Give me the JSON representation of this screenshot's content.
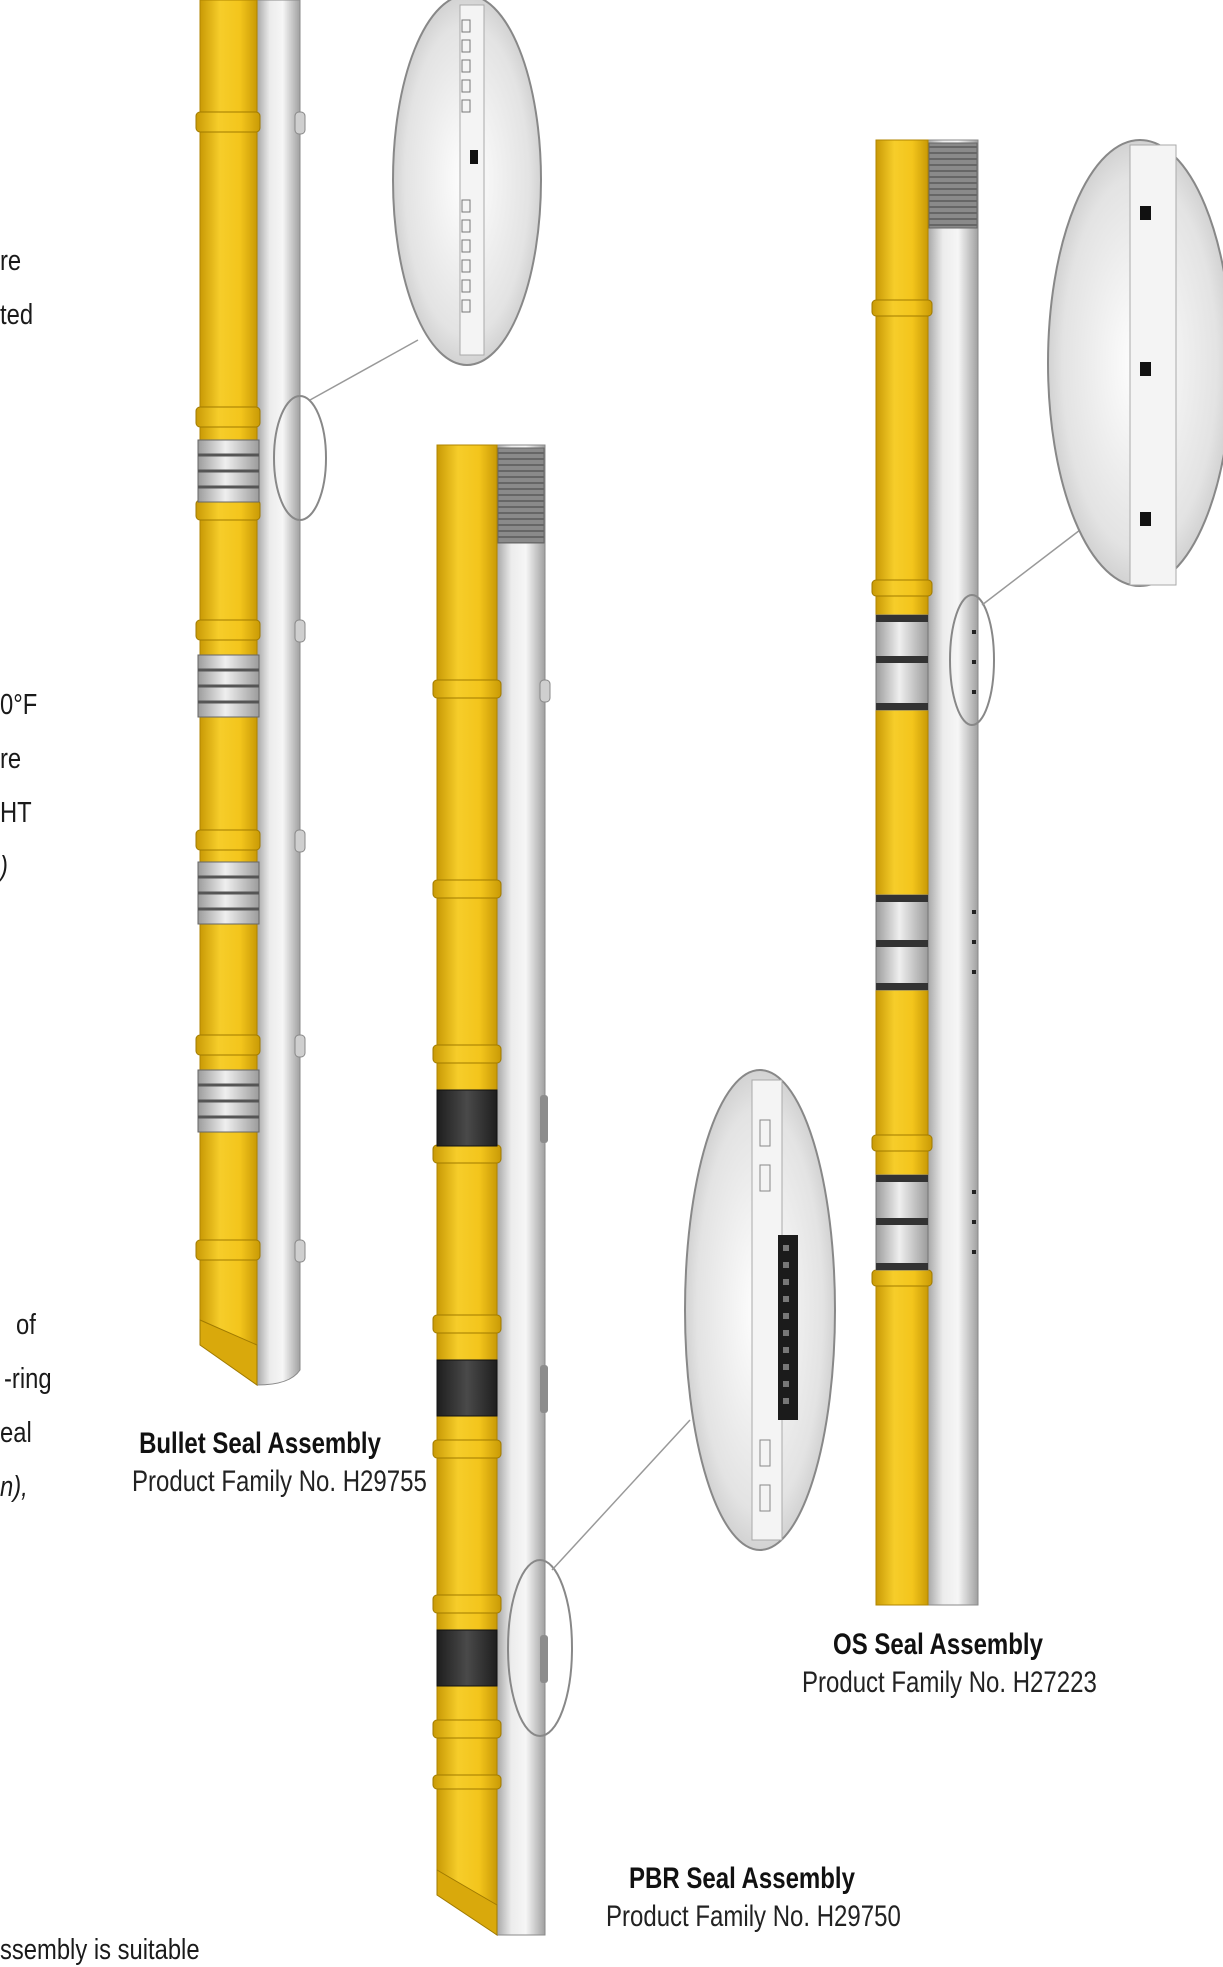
{
  "left_text_fragments": [
    {
      "text": "re"
    },
    {
      "text": "ted"
    },
    {
      "text": "0°F"
    },
    {
      "text": "re"
    },
    {
      "text": "HT"
    },
    {
      "text": ")"
    },
    {
      "text": "of"
    },
    {
      "text": "-ring"
    },
    {
      "text": "eal"
    },
    {
      "text": "n),"
    }
  ],
  "bottom_text": "ssembly is suitable",
  "assemblies": [
    {
      "title": "Bullet Seal Assembly",
      "subtitle": "Product Family No. H29755"
    },
    {
      "title": "PBR Seal Assembly",
      "subtitle": "Product Family No. H29750"
    },
    {
      "title": "OS Seal Assembly",
      "subtitle": "Product Family No. H27223"
    }
  ],
  "colors": {
    "yellow": "#f3c51c",
    "yellow_dark": "#c99a06",
    "steel": "#d9d9d9",
    "steel_dark": "#9a9a9a",
    "seal_dark": "#2f2f2f"
  }
}
